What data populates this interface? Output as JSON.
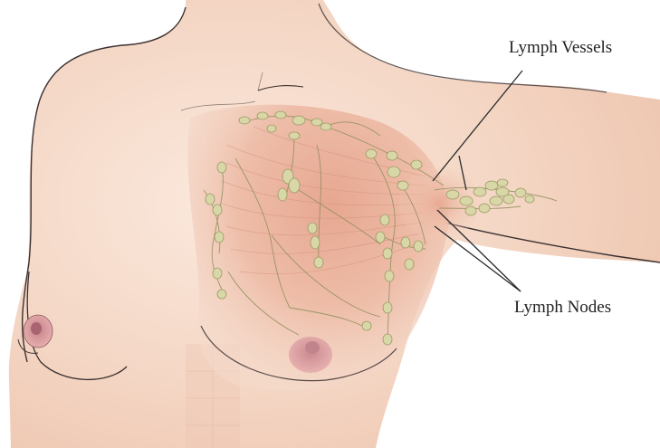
{
  "labels": {
    "lymph_vessels": "Lymph Vessels",
    "lymph_nodes": "Lymph Nodes"
  },
  "colors": {
    "skin_light": "#f8e3d6",
    "skin_mid": "#f2cdb8",
    "muscle": "#e9b29c",
    "outline": "#3b3030",
    "node_fill": "#d9d7a8",
    "node_stroke": "#9a9a62",
    "vessel": "#8d8d5a",
    "nipple": "#b0747a"
  },
  "illustration": {
    "subject": "anterior chest with breast lymphatic drainage to axilla",
    "icon": "anatomy-illustration"
  }
}
